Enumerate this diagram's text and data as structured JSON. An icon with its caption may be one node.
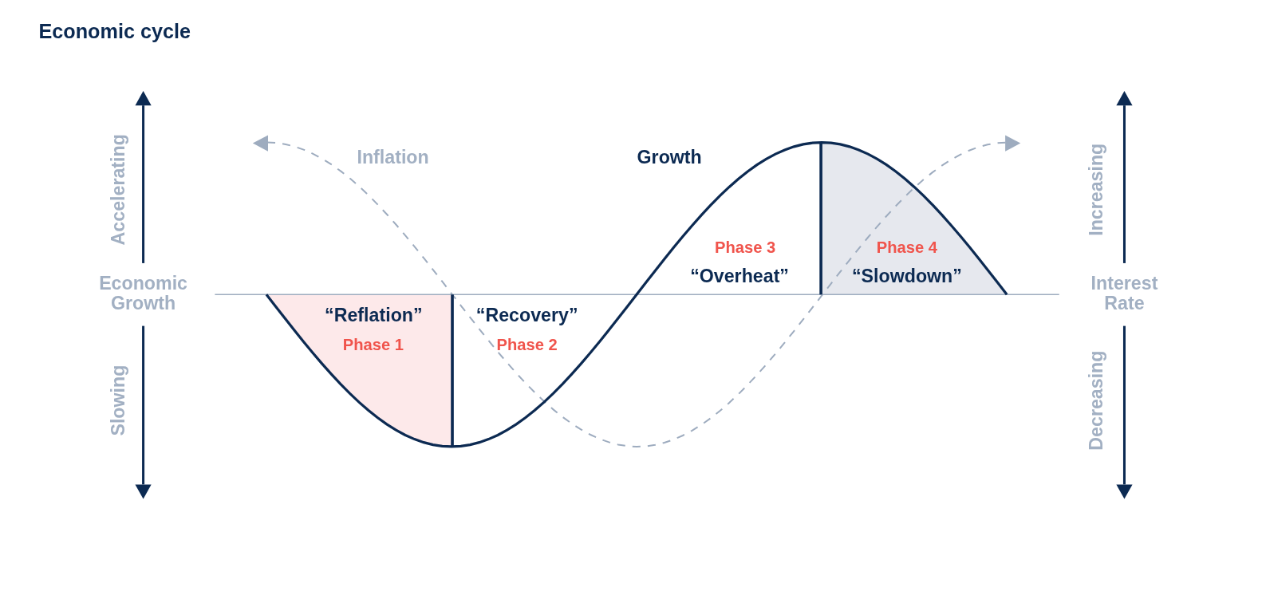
{
  "diagram": {
    "title": "Economic cycle",
    "nodes": [
      {
        "text": [
          "“Reflation”",
          "Phase 1"
        ]
      },
      {
        "text": [
          "“Recovery”",
          "Phase 2"
        ]
      },
      {
        "text": [
          "Phase 3",
          "“Overheat”"
        ]
      },
      {
        "text": [
          "Phase 4",
          "“Slowdown”"
        ]
      }
    ],
    "labels": [
      "Accelerating",
      "Inflation",
      "Growth",
      "Increasing",
      "Economic Growth",
      "Interest Rate",
      "Slowing",
      "Decreasing"
    ]
  }
}
